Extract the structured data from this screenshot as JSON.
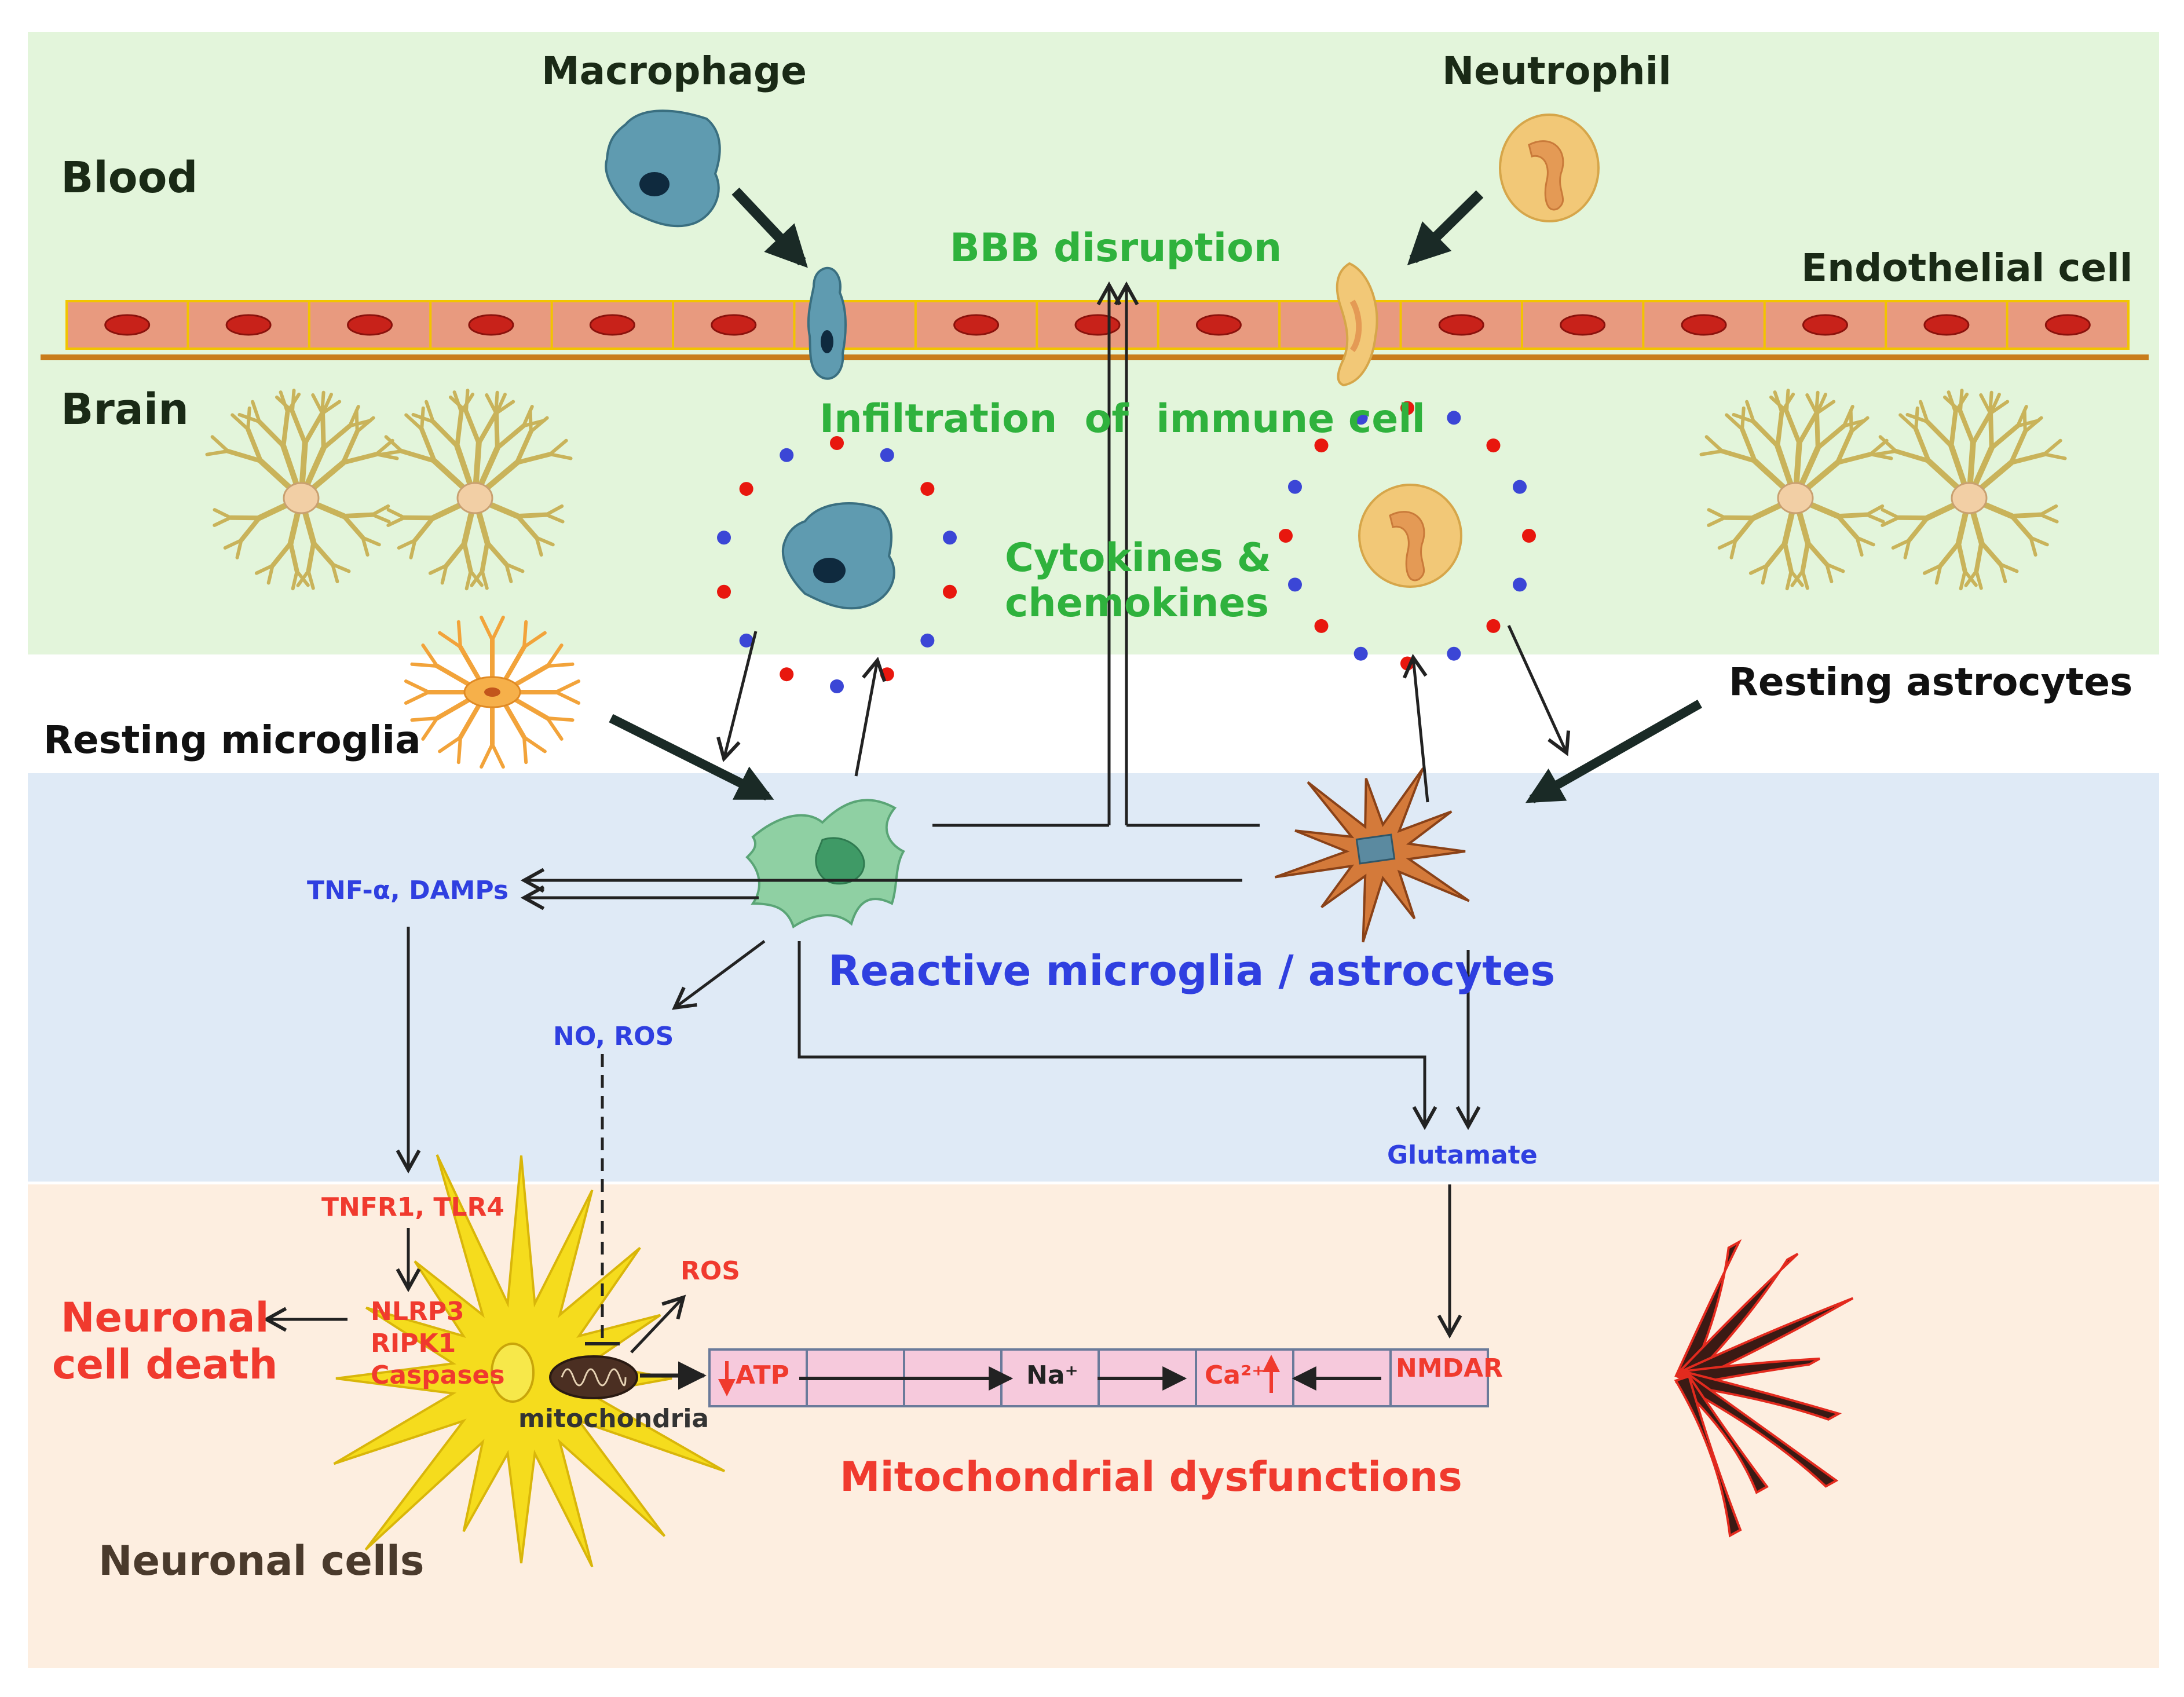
{
  "regions": {
    "blood": "Blood",
    "brain": "Brain",
    "neuronal": "Neuronal cells"
  },
  "cells": {
    "macrophage": "Macrophage",
    "neutrophil": "Neutrophil",
    "endothelial": "Endothelial cell",
    "resting_microglia": "Resting microglia",
    "resting_astrocytes": "Resting astrocytes"
  },
  "events": {
    "bbb": "BBB disruption",
    "infiltration": "Infiltration  of  immune cell",
    "cytokines_line1": "Cytokines &",
    "cytokines_line2": "chemokines",
    "reactive": "Reactive microglia / astrocytes",
    "mito_dys": "Mitochondrial dysfunctions",
    "cell_death_line1": "Neuronal",
    "cell_death_line2": "cell death"
  },
  "mediators": {
    "tnf": "TNF-α, DAMPs",
    "no_ros": "NO, ROS",
    "glutamate": "Glutamate",
    "receptors": "TNFR1, TLR4",
    "nlrp3": "NLRP3",
    "ripk1": "RIPK1",
    "caspases": "Caspases",
    "ros": "ROS",
    "mitochondria": "mitochondria",
    "atp": "ATP",
    "na": "Na⁺",
    "ca": "Ca²⁺",
    "nmdar": "NMDAR"
  },
  "colors": {
    "blood_bg": "#e3f5db",
    "reactive_bg": "#dfeaf6",
    "neuron_bg": "#fdeee0",
    "endothelium": "#e89a7f",
    "rbc": "#c8221a",
    "macrophage": "#5f9bb0",
    "neutrophil": "#f2c877",
    "microglia": "#8fd0a3",
    "astrocyte": "#d47a3a",
    "neuron": "#f5dc1d",
    "axon": "#f6c9dc",
    "arrow": "#222222"
  },
  "icons": [
    "macrophage-icon",
    "neutrophil-icon",
    "endothelial-icon",
    "red-blood-cell-icon",
    "resting-microglia-icon",
    "resting-astrocyte-icon",
    "reactive-microglia-icon",
    "reactive-astrocyte-icon",
    "neuron-icon",
    "mitochondria-icon",
    "axon-icon",
    "synapse-terminal-icon",
    "cytokine-dot-icon"
  ]
}
